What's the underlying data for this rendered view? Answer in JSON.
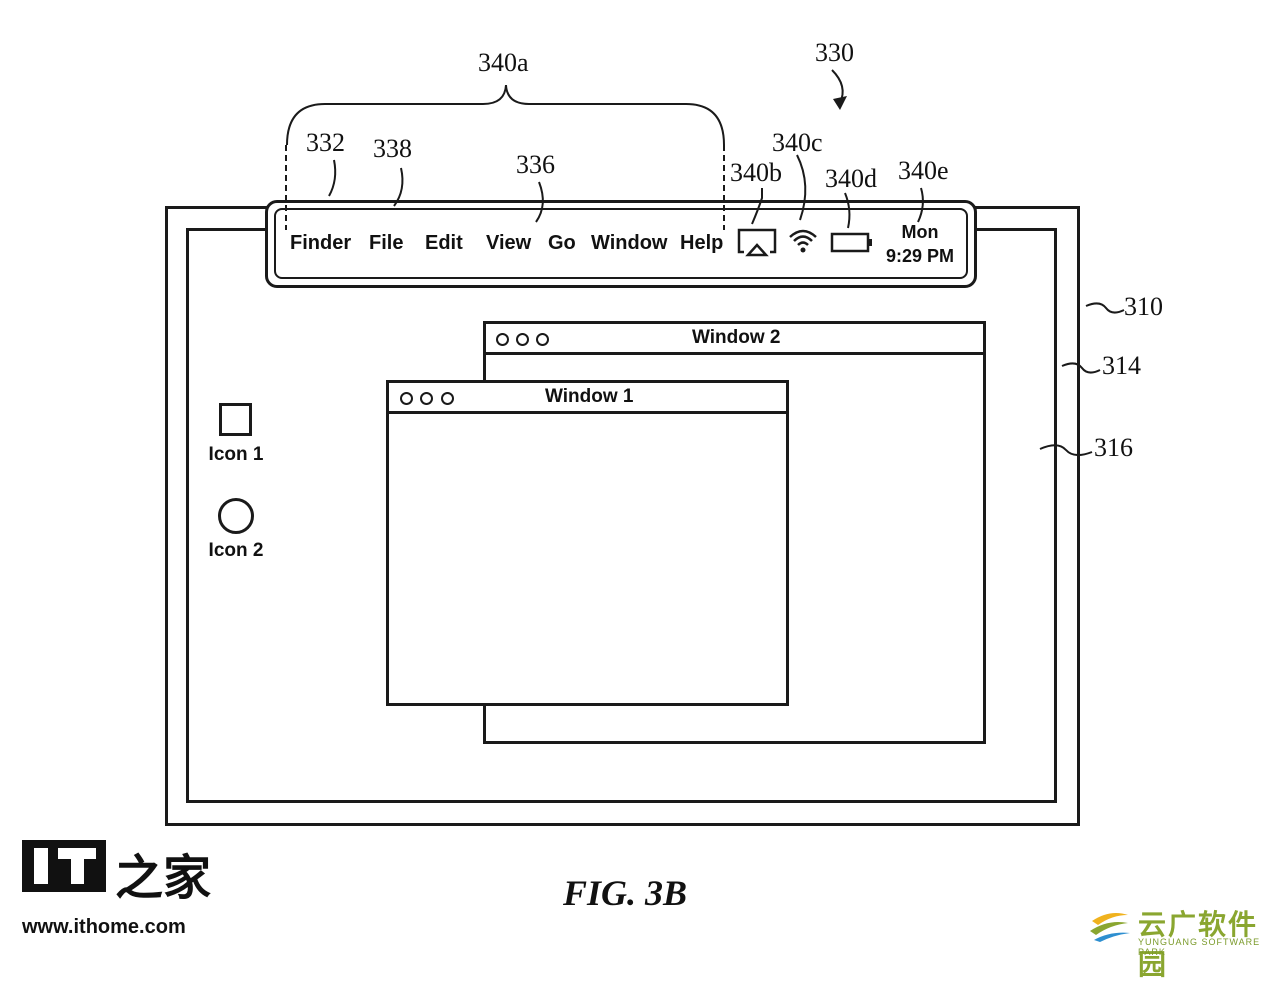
{
  "menubar": {
    "items": [
      "Finder",
      "File",
      "Edit",
      "View",
      "Go",
      "Window",
      "Help"
    ],
    "clock_day": "Mon",
    "clock_time": "9:29 PM"
  },
  "windows": {
    "window1_title": "Window 1",
    "window2_title": "Window 2"
  },
  "desktop": {
    "icon1_label": "Icon 1",
    "icon2_label": "Icon 2"
  },
  "refs": {
    "r330": "330",
    "r340a": "340a",
    "r332": "332",
    "r338": "338",
    "r336": "336",
    "r340b": "340b",
    "r340c": "340c",
    "r340d": "340d",
    "r340e": "340e",
    "r310": "310",
    "r314": "314",
    "r316": "316"
  },
  "caption": "FIG. 3B",
  "watermarks": {
    "ithome_glyphs": "之家",
    "ithome_url": "www.ithome.com",
    "yunguang_name": "云广软件园",
    "yunguang_sub": "YUNGUANG SOFTWARE PARK"
  }
}
